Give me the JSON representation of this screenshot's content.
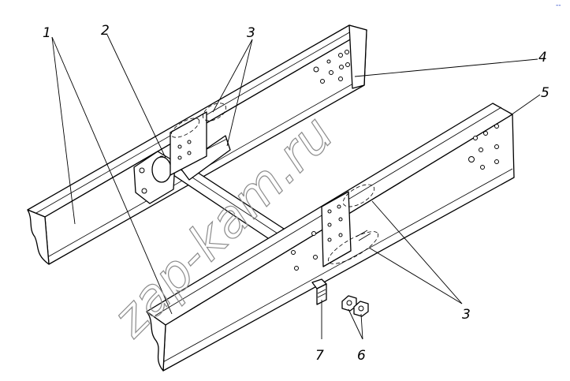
{
  "callouts": [
    {
      "id": "1",
      "label": "1"
    },
    {
      "id": "2",
      "label": "2"
    },
    {
      "id": "3a",
      "label": "3"
    },
    {
      "id": "4",
      "label": "4"
    },
    {
      "id": "5",
      "label": "5"
    },
    {
      "id": "3b",
      "label": "3"
    },
    {
      "id": "7",
      "label": "7"
    },
    {
      "id": "6",
      "label": "6"
    }
  ],
  "watermark": "zap-kam.ru",
  "corner_mark": "--",
  "colors": {
    "line": "#000000",
    "watermark": "#8c8c8c",
    "corner_mark": "#1a3cc8"
  }
}
